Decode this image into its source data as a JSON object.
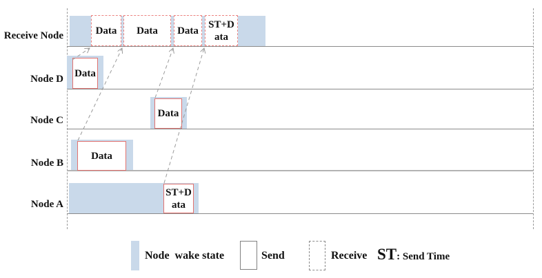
{
  "rows": [
    {
      "label": "Receive Node"
    },
    {
      "label": "Node D"
    },
    {
      "label": "Node C"
    },
    {
      "label": "Node B"
    },
    {
      "label": "Node A"
    }
  ],
  "receive_blocks": [
    {
      "label": "Data"
    },
    {
      "label": "Data"
    },
    {
      "label": "Data"
    },
    {
      "label": "ST+D\nata"
    }
  ],
  "send_blocks": [
    {
      "row": "Node D",
      "label": "Data"
    },
    {
      "row": "Node C",
      "label": "Data"
    },
    {
      "row": "Node B",
      "label": "Data"
    },
    {
      "row": "Node A",
      "label": "ST+D\nata"
    }
  ],
  "legend": {
    "wake_label": "Node  wake state",
    "send_label": "Send",
    "receive_label": "Receive",
    "st_abbr": "ST",
    "st_rest": ": Send Time"
  },
  "colors": {
    "wake_blue": "#c9d9ea",
    "send_border_red": "#e2726f",
    "receive_border_red": "#ec8380",
    "row_line_gray": "#8a8a8a",
    "arrow_gray": "#9a9a9a"
  }
}
